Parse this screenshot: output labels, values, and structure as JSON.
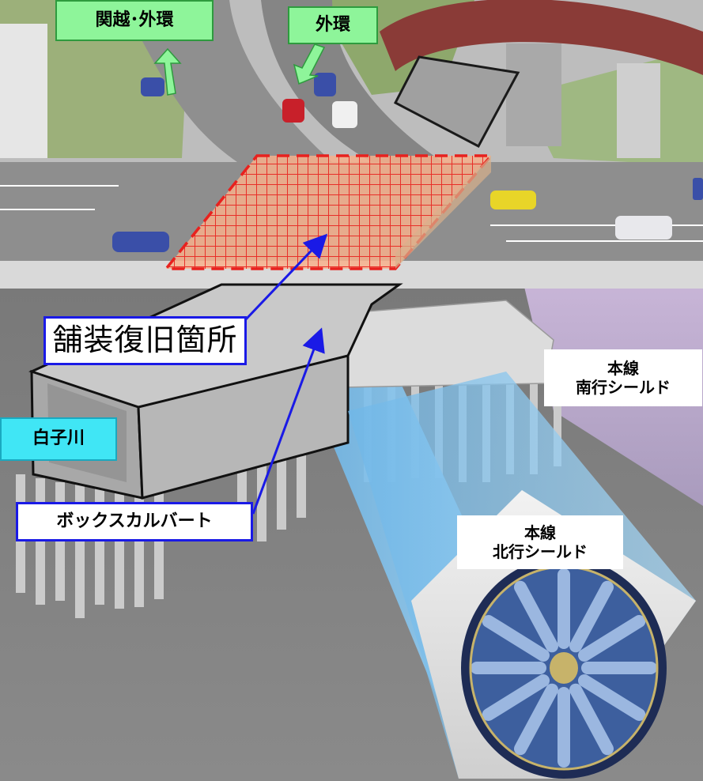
{
  "labels": {
    "kanetsu_gaikan": "関越･外環",
    "gaikan": "外環",
    "pavement_restoration": "舗装復旧箇所",
    "shirakogawa": "白子川",
    "box_culvert": "ボックスカルバート",
    "south_shield_line1": "本線",
    "south_shield_line2": "南行シールド",
    "north_shield_line1": "本線",
    "north_shield_line2": "北行シールド"
  },
  "colors": {
    "label_green": "#8ef59a",
    "label_cyan": "#40e6f5",
    "callout_border": "#1a1ae6",
    "highlight_fill": "#f7b08c",
    "highlight_grid": "#e8211e",
    "tbm_blue": "#3d5f9e"
  },
  "icons": [
    "up-arrow-icon",
    "down-arrow-icon"
  ]
}
